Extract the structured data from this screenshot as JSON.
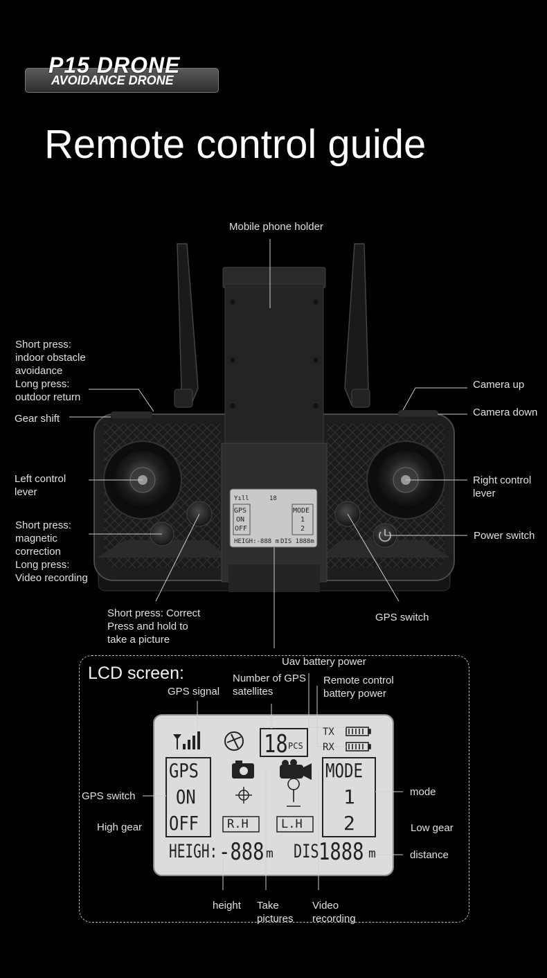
{
  "badge": {
    "model": "P15 DRONE",
    "subtitle": "AVOIDANCE DRONE"
  },
  "title": "Remote control guide",
  "callouts": {
    "phone_holder": "Mobile phone holder",
    "obstacle": "Short press:\nindoor obstacle\navoidance\nLong press:\noutdoor return",
    "gear_shift": "Gear shift",
    "camera_up": "Camera up",
    "camera_down": "Camera down",
    "left_lever": "Left control\nlever",
    "right_lever": "Right control\nlever",
    "magnetic": "Short press:\nmagnetic\ncorrection\nLong press:\nVideo recording",
    "power_switch": "Power switch",
    "correct": "Short press: Correct\nPress and hold to\ntake a picture",
    "gps_switch": "GPS switch"
  },
  "lcd_section": {
    "title": "LCD screen:",
    "labels": {
      "uav_battery": "Uav battery power",
      "gps_signal": "GPS signal",
      "gps_satellites": "Number of GPS\nsatellites",
      "rc_battery": "Remote control\nbattery power",
      "gps_switch": "GPS switch",
      "high_gear": "High gear",
      "mode": "mode",
      "low_gear": "Low gear",
      "distance": "distance",
      "height": "height",
      "take_pictures": "Take\npictures",
      "video_recording": "Video\nrecording"
    },
    "screen": {
      "sats": "18",
      "pcs": "PCS",
      "tx": "TX",
      "rx": "RX",
      "gps": "GPS",
      "on": "ON",
      "off": "OFF",
      "rh": "R.H",
      "lh": "L.H",
      "mode": "MODE",
      "mode1": "1",
      "mode2": "2",
      "heigh": "HEIGH:",
      "heigh_val": "-888",
      "m": "m",
      "dis": "DIS",
      "dis_val": "1888"
    }
  }
}
